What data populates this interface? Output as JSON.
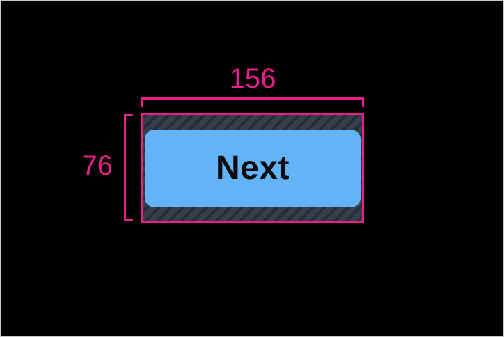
{
  "canvas": {
    "background_color": "#000000",
    "frame_border_color": "#C8C8C8"
  },
  "measurements": {
    "annotation_color": "#EC1E8E",
    "width": {
      "label": "156"
    },
    "height": {
      "label": "76"
    }
  },
  "button": {
    "label": "Next",
    "background_color": "#62B3F7",
    "text_color": "#0C0C0C"
  },
  "padding_hatch": {
    "base_color": "#353F4B",
    "stripe_color": "#242D38"
  }
}
